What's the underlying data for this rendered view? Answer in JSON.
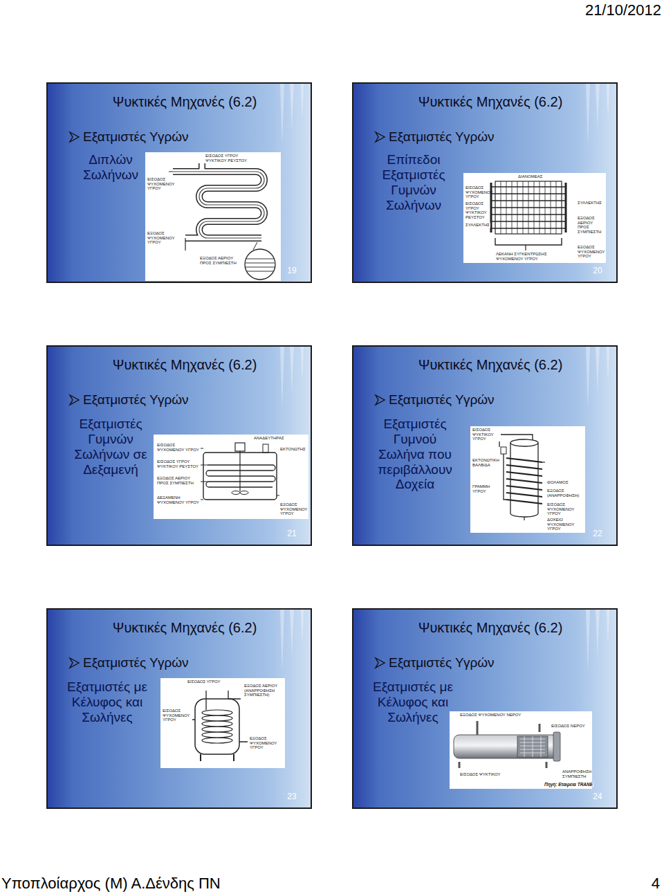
{
  "diagram": {
    "nodes": [
      {
        "text": [
          "Ψυκτικές Μηχανές (6.2)",
          "Εξατμιστές Υγρών",
          "Διπλών Σωλήνων",
          "19"
        ]
      },
      {
        "text": [
          "Ψυκτικές Μηχανές (6.2)",
          "Εξατμιστές Υγρών",
          "Επίπεδοι Εξατμιστές Γυμνών Σωλήνων",
          "20"
        ]
      },
      {
        "text": [
          "Ψυκτικές Μηχανές (6.2)",
          "Εξατμιστές Υγρών",
          "Εξατμιστές Γυμνών Σωλήνων σε Δεξαμενή",
          "21"
        ]
      },
      {
        "text": [
          "Ψυκτικές Μηχανές (6.2)",
          "Εξατμιστές Υγρών",
          "Εξατμιστές Γυμνού Σωλήνα που περιβάλλουν Δοχεία",
          "22"
        ]
      },
      {
        "text": [
          "Ψυκτικές Μηχανές (6.2)",
          "Εξατμιστές Υγρών",
          "Εξατμιστές με Κέλυφος και Σωλήνες",
          "23"
        ]
      },
      {
        "text": [
          "Ψυκτικές Μηχανές (6.2)",
          "Εξατμιστές Υγρών",
          "Εξατμιστές με Κέλυφος και Σωλήνες",
          "24"
        ]
      }
    ],
    "labels": [
      "21/10/2012",
      "ΕΙΣΟΔΟΣ ΥΓΡΟΥ ΨΥΚΤΙΚΟΥ ΡΕΥΣΤΟΥ",
      "ΕΙΣΟΔΟΣ ΨΥΧΟΜΕΝΟΥ ΥΓΡΟΥ",
      "ΕΞΟΔΟΣ ΨΥΧΟΜΕΝΟΥ ΥΓΡΟΥ",
      "ΕΞΟΔΟΣ ΑΕΡΙΟΥ ΠΡΟΣ ΣΥΜΠΙΕΣΤΗ",
      "ΔΙΑΝΟΜΕΑΣ",
      "ΕΙΣΟΔΟΣ ΨΥΧΟΜΕΝΟΥ ΥΓΡΟΥ",
      "ΕΙΣΟΔΟΣ ΥΓΡΟΥ ΨΥΚΤΙΚΟΥ ΡΕΥΣΤΟΥ",
      "ΣΥΛΛΕΚΤΗΣ",
      "ΣΥΛΛΕΚΤΗΣ",
      "ΕΞΟΔΟΣ ΑΕΡΙΟΥ ΠΡΟΣ ΣΥΜΠΙΕΣΤΗ",
      "ΕΞΟΔΟΣ ΨΥΧΟΜΕΝΟΥ ΥΓΡΟΥ",
      "ΛΕΚΑΝΗ ΣΥΓΚΕΝΤΡΩΣΗΣ ΨΥΧΟΜΕΝΟΥ ΥΓΡΟΥ",
      "ΑΝΑΔΕΥΤΗΡΑΣ",
      "ΕΚΤΟΝΩΤΗΣ",
      "ΕΙΣΟΔΟΣ ΨΥΧΟΜΕΝΟΥ ΥΓΡΟΥ",
      "ΕΙΣΟΔΟΣ ΥΓΡΟΥ ΨΥΚΤΙΚΟΥ ΡΕΥΣΤΟΥ",
      "ΕΞΟΔΟΣ ΑΕΡΙΟΥ ΠΡΟΣ ΣΥΜΠΙΕΣΤΗ",
      "ΔΕΞΑΜΕΝΗ ΨΥΧΟΜΕΝΟΥ ΥΓΡΟΥ",
      "ΕΞΟΔΟΣ ΨΥΧΟΜΕΝΟΥ ΥΓΡΟΥ",
      "ΕΙΣΟΔΟΣ ΨΥΚΤΙΚΟΥ ΥΓΡΟΥ",
      "ΕΚΤΟΝΩΤΙΚΗ ΒΑΛΒΙΔΑ",
      "ΓΡΑΜΜΗ ΥΓΡΟΥ",
      "ΘΟΛΑΜΟΣ",
      "ΕΞΟΔΟΣ (ΑΝΑΡΡΟΦΗΣΗ)",
      "ΕΙΣΟΔΟΣ ΨΥΧΟΜΕΝΟΥ ΥΓΡΟΥ",
      "ΔΟΧΕΙΟ ΨΥΧΟΜΕΝΟΥ ΥΓΡΟΥ",
      "ΕΙΣΟΔΟΣ ΥΓΡΟΥ",
      "ΕΞΟΔΟΣ ΑΕΡΙΟΥ (ΑΝΑΡΡΟΦΗΣΗ ΣΥΜΠΙΕΣΤΗ)",
      "ΕΙΣΟΔΟΣ ΨΥΧΟΜΕΝΟΥ ΥΓΡΟΥ",
      "ΕΞΟΔΟΣ ΨΥΧΟΜΕΝΟΥ ΥΓΡΟΥ",
      "ΕΞΟΔΟΣ ΨΥΧΟΜΕΝΟΥ ΝΕΡΟΥ",
      "ΕΙΣΟΔΟΣ ΝΕΡΟΥ",
      "ΑΝΑΡΡΟΦΗΣΗ ΣΥΜΠΙΕΣΤΗ",
      "ΕΙΣΟΔΟΣ ΨΥΚΤΙΚΟΥ",
      "Πηγή: Εταιρεία TRANE",
      "Υποπλοίαρχος (Μ) Α.Δένδης ΠΝ",
      "4"
    ]
  }
}
